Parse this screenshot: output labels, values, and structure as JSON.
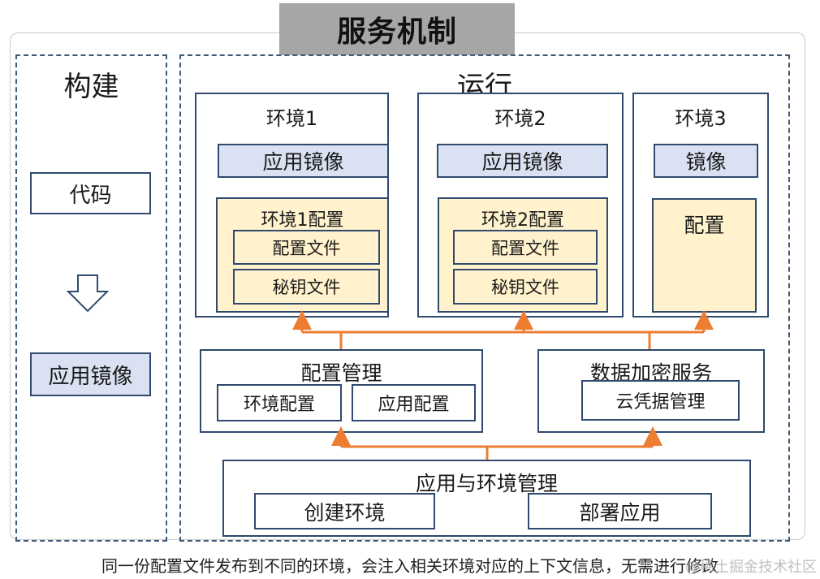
{
  "title": "服务机制",
  "build": {
    "label": "构建",
    "code": "代码",
    "image": "应用镜像"
  },
  "run": {
    "label": "运行",
    "env1": {
      "title": "环境1",
      "image": "应用镜像",
      "config_title": "环境1配置",
      "config_file": "配置文件",
      "secret_file": "秘钥文件"
    },
    "env2": {
      "title": "环境2",
      "image": "应用镜像",
      "config_title": "环境2配置",
      "config_file": "配置文件",
      "secret_file": "秘钥文件"
    },
    "env3": {
      "title": "环境3",
      "image": "镜像",
      "config": "配置"
    },
    "config_mgmt": {
      "title": "配置管理",
      "env_config": "环境配置",
      "app_config": "应用配置"
    },
    "encryption": {
      "title": "数据加密服务",
      "cloud_credential": "云凭据管理"
    },
    "app_env_mgmt": {
      "title": "应用与环境管理",
      "create_env": "创建环境",
      "deploy_app": "部署应用"
    }
  },
  "caption": "同一份配置文件发布到不同的环境，会注入相关环境对应的上下文信息，无需进行修改",
  "watermark": "@稀土掘金技术社区",
  "colors": {
    "arrow": "#ed7d31",
    "border": "#2f4a6e",
    "blue_fill": "#d9e1f2",
    "yellow_fill": "#fff2cc",
    "title_bg": "#a6a6a6"
  }
}
